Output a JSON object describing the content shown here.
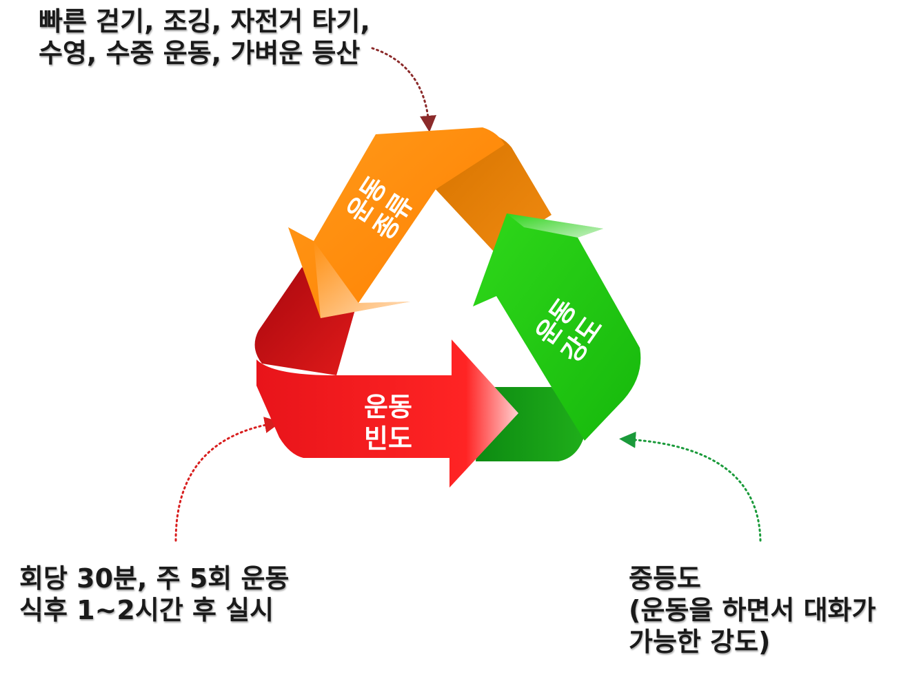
{
  "captions": {
    "exercise_types": {
      "line1": "빠른 걷기, 조깅, 자전거 타기,",
      "line2": "수영, 수중 운동, 가벼운 등산"
    },
    "frequency": {
      "line1": "회당 30분, 주 5회 운동",
      "line2": "식후 1~2시간 후 실시"
    },
    "intensity": {
      "line1": "중등도",
      "line2": "(운동을 하면서 대화가",
      "line3": "가능한 강도)"
    }
  },
  "cycle": {
    "types_arrow": {
      "line1": "운동",
      "line2": "종류",
      "color": "#ff8c00"
    },
    "intensity_arrow": {
      "line1": "운동",
      "line2": "강도",
      "color": "#22cc11"
    },
    "frequency_arrow": {
      "line1": "운동",
      "line2": "빈도",
      "color": "#ee1c1c"
    }
  },
  "connector_colors": {
    "types": "#8b2a2a",
    "frequency": "#d81e1e",
    "intensity": "#1a9a3a"
  }
}
